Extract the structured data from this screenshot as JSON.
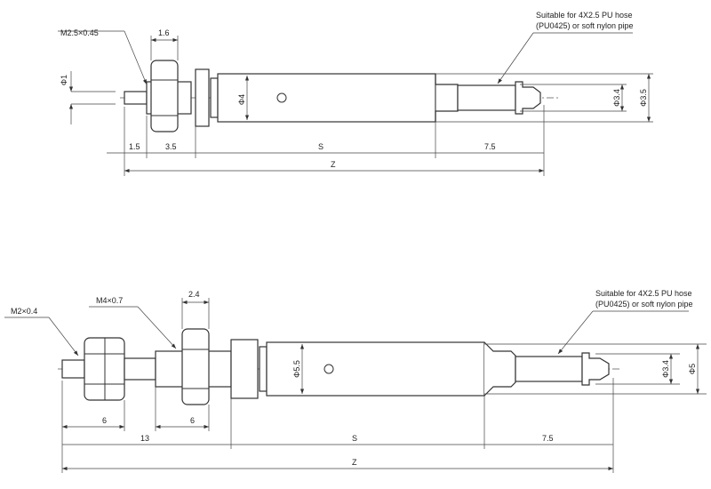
{
  "top": {
    "thread": "M2.5×0.45",
    "nut_w": "1.6",
    "rod_dia": "Φ1",
    "body_dia": "Φ4",
    "tube_dia": "Φ3.4",
    "outer_dia": "Φ3.5",
    "d1": "1.5",
    "d2": "3.5",
    "stroke": "S",
    "d3": "7.5",
    "total": "Z",
    "note1": "Suitable for 4X2.5 PU hose",
    "note2": "(PU0425) or soft nylon pipe"
  },
  "bottom": {
    "thread1": "M2×0.4",
    "thread2": "M4×0.7",
    "nut_w": "2.4",
    "body_dia": "Φ5.5",
    "tube_dia": "Φ3.4",
    "outer_dia": "Φ5",
    "d1": "6",
    "d2": "6",
    "d3": "13",
    "stroke": "S",
    "d4": "7.5",
    "total": "Z",
    "note1": "Suitable for 4X2.5 PU hose",
    "note2": "(PU0425) or soft nylon pipe"
  }
}
